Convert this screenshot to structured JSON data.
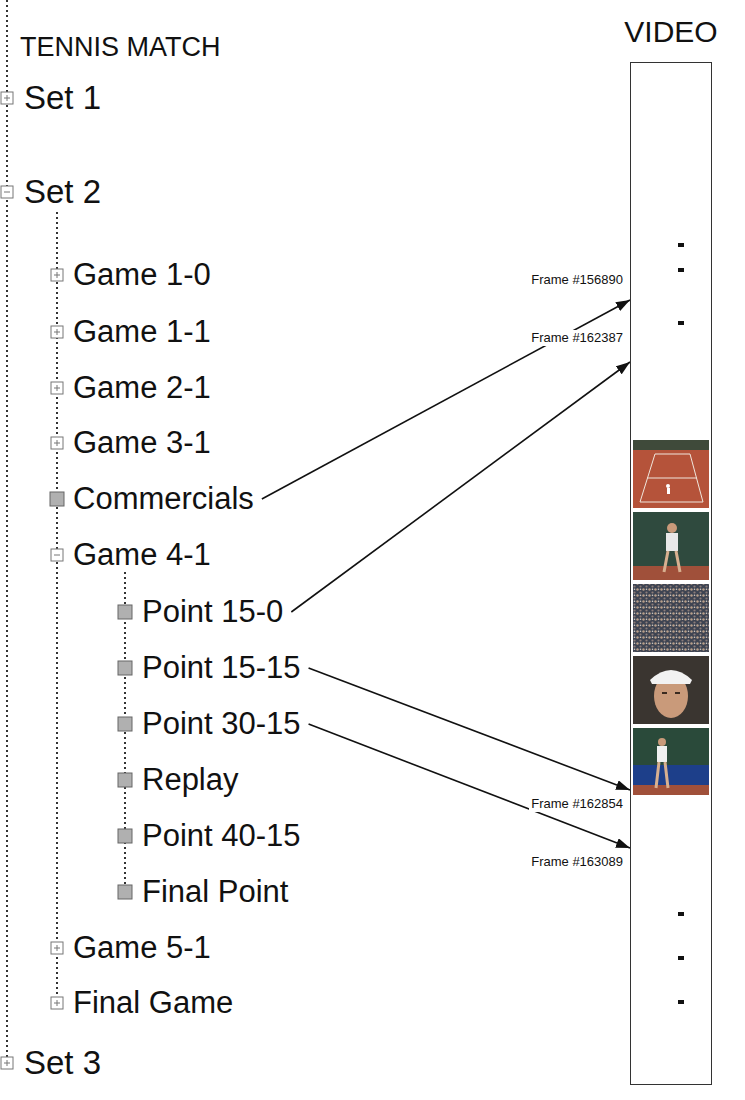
{
  "diagram": {
    "nodes": [
      {
        "text": [
          "TENNIS MATCH"
        ]
      },
      {
        "text": [
          "Set 1"
        ]
      },
      {
        "text": [
          "Set 2"
        ]
      },
      {
        "text": [
          "Game 1-0"
        ]
      },
      {
        "text": [
          "Game 1-1"
        ]
      },
      {
        "text": [
          "Game 2-1"
        ]
      },
      {
        "text": [
          "Game 3-1"
        ]
      },
      {
        "text": [
          "Commercials"
        ]
      },
      {
        "text": [
          "Game 4-1"
        ]
      },
      {
        "text": [
          "Point 15-0"
        ]
      },
      {
        "text": [
          "Point 15-15"
        ]
      },
      {
        "text": [
          "Point 30-15"
        ]
      },
      {
        "text": [
          "Replay"
        ]
      },
      {
        "text": [
          "Point 40-15"
        ]
      },
      {
        "text": [
          "Final Point"
        ]
      },
      {
        "text": [
          "Game 5-1"
        ]
      },
      {
        "text": [
          "Final Game"
        ]
      },
      {
        "text": [
          "Set 3"
        ]
      },
      {
        "text": [
          "VIDEO"
        ]
      }
    ],
    "edges": [
      {
        "from": 7,
        "to": 18,
        "label": "Frame #156890",
        "arrow": "to"
      },
      {
        "from": 9,
        "to": 18,
        "label": "Frame #162387",
        "arrow": "to"
      },
      {
        "from": 10,
        "to": 18,
        "label": "Frame #162854",
        "arrow": "to"
      },
      {
        "from": 11,
        "to": 18,
        "label": "Frame #163089",
        "arrow": "to"
      }
    ]
  }
}
